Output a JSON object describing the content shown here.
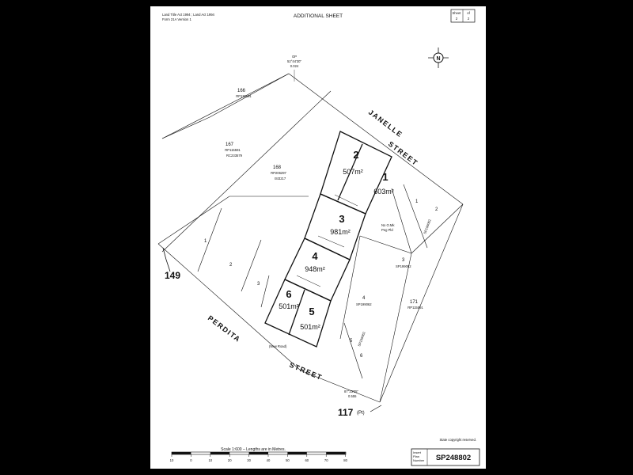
{
  "header": {
    "act_line": "Land Title Act 1994 ; Land Act 1994",
    "form_line": "Form 21A Version 1",
    "title": "ADDITIONAL SHEET",
    "sheet_label": "Sheet",
    "sheet_no": "2",
    "sheet_of": "2"
  },
  "streets": {
    "janelle": "JANELLE",
    "street_top": "STREET",
    "perdita": "PERDITA",
    "street_bottom": "STREET"
  },
  "roads": {
    "road_149": "149",
    "road_117": "117",
    "road_117_suffix": "(Pt)"
  },
  "lots": [
    {
      "num": "1",
      "area": "603m²"
    },
    {
      "num": "2",
      "area": "507m²"
    },
    {
      "num": "3",
      "area": "981m²"
    },
    {
      "num": "4",
      "area": "948m²"
    },
    {
      "num": "5",
      "area": "501m²"
    },
    {
      "num": "6",
      "area": "501m²"
    }
  ],
  "neighbours": {
    "n166": "166",
    "n166_plan": "RP115591",
    "n167": "167",
    "n167_plan": "RP115591",
    "n167_plan2": "RC233579",
    "n168": "168",
    "n168_plan": "RP206297",
    "n168_plan2": "ISI3217",
    "n171": "171",
    "n171_plan": "RP115591",
    "sp_a": "SP199062",
    "sp_b": "SP199062",
    "sp_c": "SP199062",
    "sp_d": "SP199062"
  },
  "notes": {
    "op_top": "OP",
    "bearing_top": "52°44'30\"",
    "dist_top": "0.024",
    "no_omk": "No O.Mk",
    "peg_pld": "Peg Pld",
    "new_road": "(New Road)",
    "bearing_bottom": "87°23'05\"",
    "dist_bottom": "0.555",
    "state_copyright": "State copyright reserved."
  },
  "scale": {
    "text": "Scale 1:600 – Lengths are in Metres.",
    "ticks": [
      "10",
      "0",
      "10",
      "20",
      "30",
      "40",
      "50",
      "60",
      "70",
      "80"
    ]
  },
  "plan_box": {
    "label1": "Insert",
    "label2": "Plan",
    "label3": "Number",
    "number": "SP248802"
  }
}
